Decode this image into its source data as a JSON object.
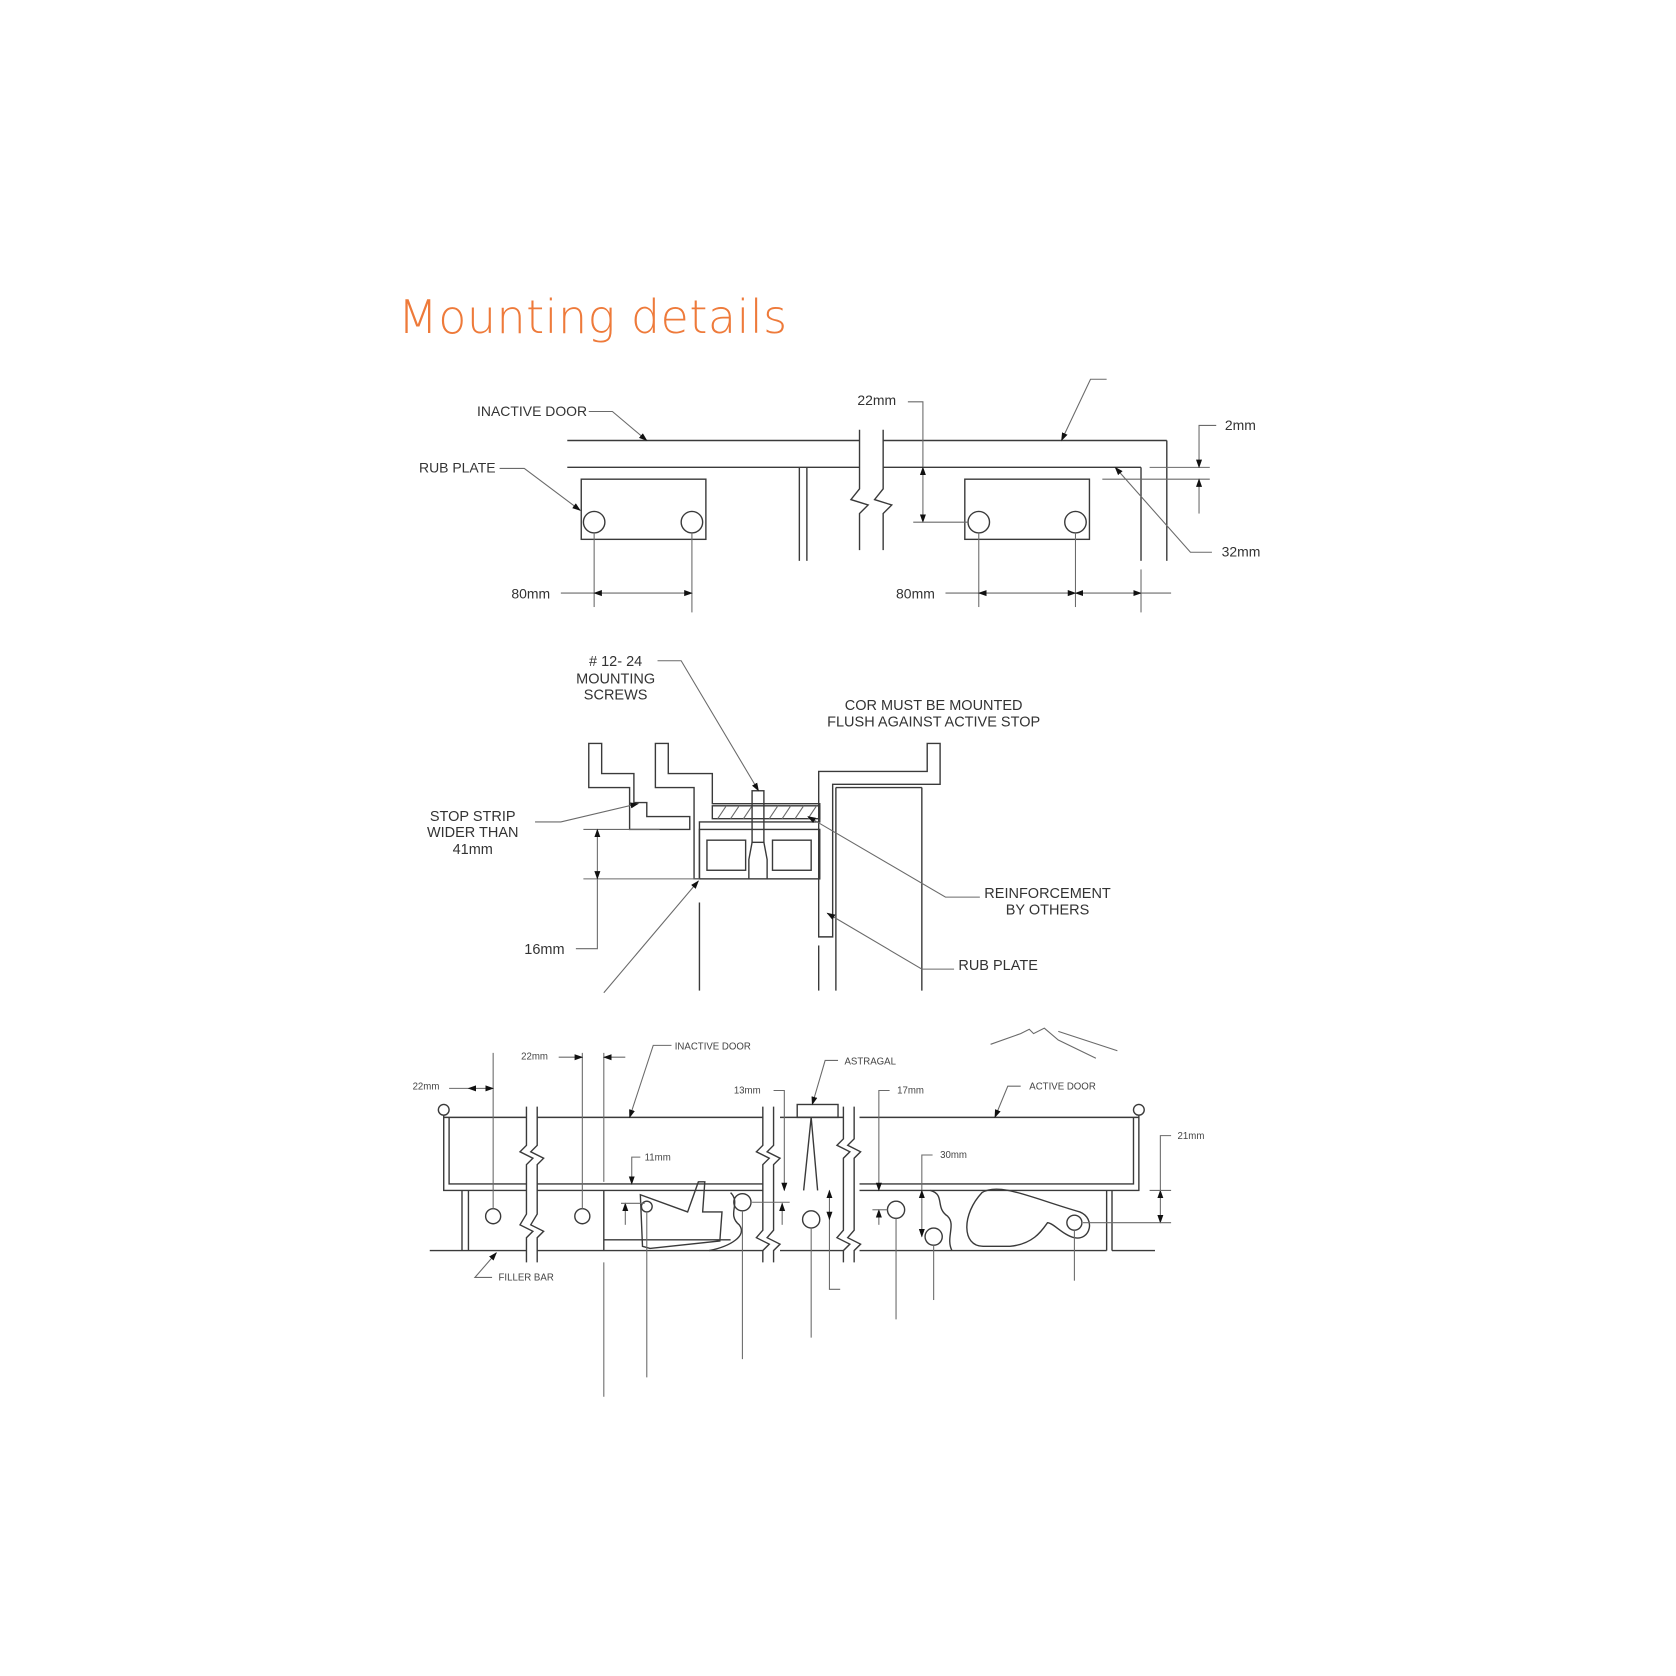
{
  "title": "Mounting details",
  "colors": {
    "title": "#ee7a3a",
    "lines": "#3a3a3a",
    "text": "#333333",
    "background": "#ffffff"
  },
  "detail_top": {
    "labels": {
      "inactive_door": "INACTIVE DOOR",
      "rub_plate": "RUB PLATE",
      "dim_22": "22mm",
      "dim_2": "2mm",
      "dim_32": "32mm",
      "dim_80_left": "80mm",
      "dim_80_right": "80mm"
    }
  },
  "detail_middle": {
    "labels": {
      "screws_line1": "# 12- 24",
      "screws_line2": "MOUNTING",
      "screws_line3": "SCREWS",
      "cor_line1": "COR MUST BE MOUNTED",
      "cor_line2": "FLUSH AGAINST ACTIVE STOP",
      "stop_line1": "STOP STRIP",
      "stop_line2": "WIDER THAN",
      "stop_line3": "41mm",
      "reinf_line1": "REINFORCEMENT",
      "reinf_line2": "BY OTHERS",
      "rub_plate": "RUB PLATE",
      "dim_16": "16mm"
    }
  },
  "detail_bottom": {
    "labels": {
      "dim_22_a": "22mm",
      "dim_22_b": "22mm",
      "inactive_door": "INACTIVE DOOR",
      "astragal": "ASTRAGAL",
      "dim_13": "13mm",
      "dim_17": "17mm",
      "active_door": "ACTIVE DOOR",
      "dim_21": "21mm",
      "dim_11": "11mm",
      "dim_30": "30mm",
      "filler_bar": "FILLER BAR"
    }
  }
}
